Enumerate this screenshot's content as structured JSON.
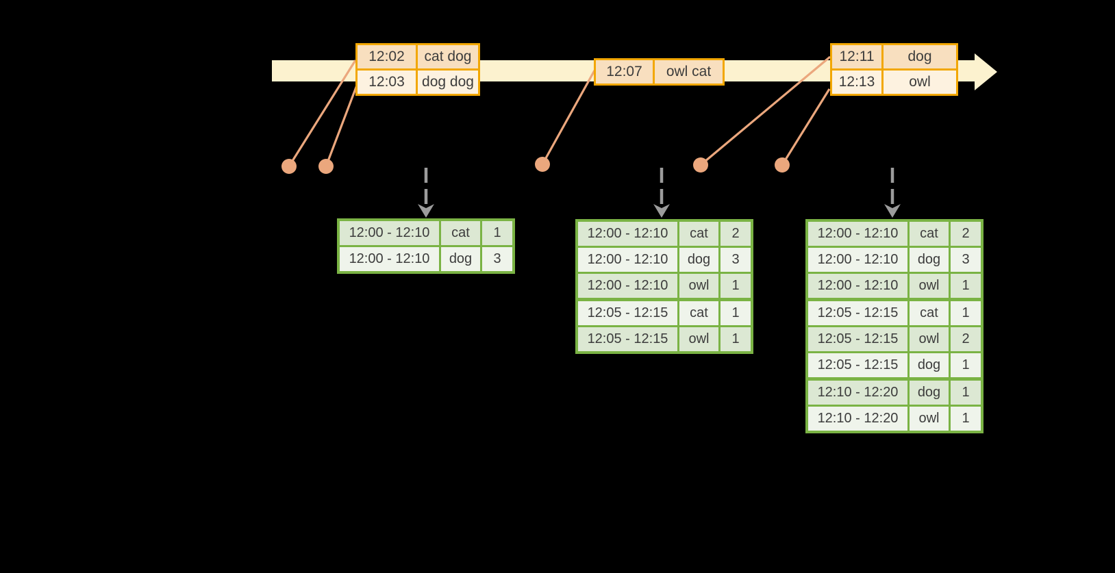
{
  "colors": {
    "background": "#000000",
    "timeline-fill": "#fcf2cf",
    "event-border": "#f2a702",
    "event-row-odd": "#f8dfbf",
    "event-row-even": "#fdf2e0",
    "connector": "#eba77d",
    "arrow-gray": "#9c9c9c",
    "result-border": "#7ab344",
    "result-row-odd": "#dce8d3",
    "result-row-even": "#eff4eb",
    "text-color": "#3c3c3c"
  },
  "event_tables": [
    {
      "rows": [
        {
          "time": "12:02",
          "words": "cat dog"
        },
        {
          "time": "12:03",
          "words": "dog dog"
        }
      ]
    },
    {
      "rows": [
        {
          "time": "12:07",
          "words": "owl cat"
        }
      ]
    },
    {
      "rows": [
        {
          "time": "12:11",
          "words": "dog"
        },
        {
          "time": "12:13",
          "words": "owl"
        }
      ]
    }
  ],
  "result_tables": [
    {
      "rows": [
        {
          "window": "12:00 - 12:10",
          "word": "cat",
          "count": "1"
        },
        {
          "window": "12:00 - 12:10",
          "word": "dog",
          "count": "3"
        }
      ]
    },
    {
      "rows": [
        {
          "window": "12:00 - 12:10",
          "word": "cat",
          "count": "2"
        },
        {
          "window": "12:00 - 12:10",
          "word": "dog",
          "count": "3"
        },
        {
          "window": "12:00 - 12:10",
          "word": "owl",
          "count": "1"
        },
        {
          "window": "12:05 - 12:15",
          "word": "cat",
          "count": "1"
        },
        {
          "window": "12:05 - 12:15",
          "word": "owl",
          "count": "1"
        }
      ]
    },
    {
      "rows": [
        {
          "window": "12:00 - 12:10",
          "word": "cat",
          "count": "2"
        },
        {
          "window": "12:00 - 12:10",
          "word": "dog",
          "count": "3"
        },
        {
          "window": "12:00 - 12:10",
          "word": "owl",
          "count": "1"
        },
        {
          "window": "12:05 - 12:15",
          "word": "cat",
          "count": "1"
        },
        {
          "window": "12:05 - 12:15",
          "word": "owl",
          "count": "2"
        },
        {
          "window": "12:05 - 12:15",
          "word": "dog",
          "count": "1"
        },
        {
          "window": "12:10 - 12:20",
          "word": "dog",
          "count": "1"
        },
        {
          "window": "12:10 - 12:20",
          "word": "owl",
          "count": "1"
        }
      ]
    }
  ]
}
